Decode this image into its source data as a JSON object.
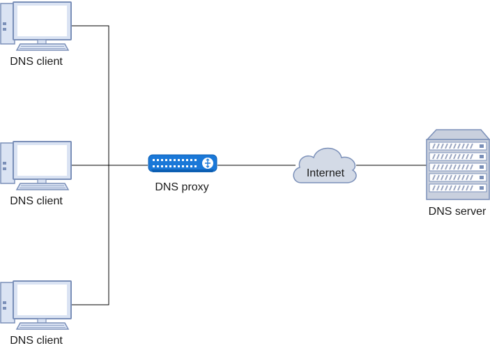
{
  "diagram": {
    "clients": [
      {
        "label": "DNS client"
      },
      {
        "label": "DNS client"
      },
      {
        "label": "DNS client"
      }
    ],
    "proxy": {
      "label": "DNS proxy",
      "icon": "switch-icon"
    },
    "internet": {
      "label": "Internet",
      "icon": "cloud-icon"
    },
    "server": {
      "label": "DNS server",
      "icon": "server-rack-icon"
    },
    "colors": {
      "device_fill": "#dae3f3",
      "device_stroke": "#7a8fb8",
      "screen": "#ffffff",
      "proxy_fill": "#1a78d8",
      "cloud_fill": "#d3dae6",
      "server_fill": "#c9d0de",
      "line": "#000000"
    }
  }
}
